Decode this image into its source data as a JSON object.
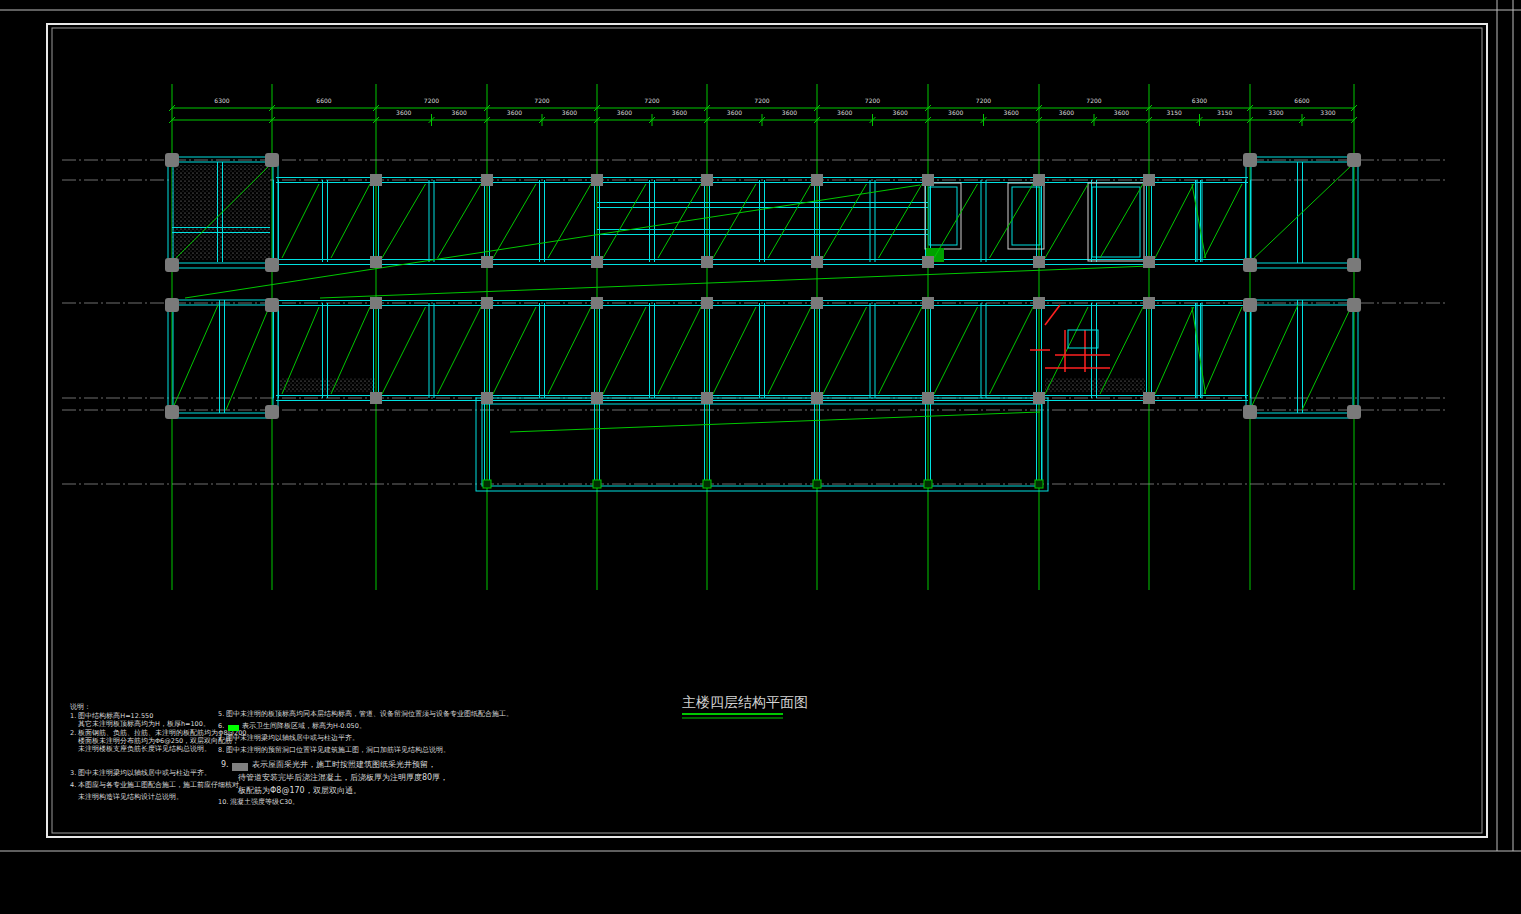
{
  "diagram": {
    "title": "主楼四层结构平面图",
    "labels": [
      "说明：",
      "1. 图中结构标高H=12.550",
      "其它未注明板顶标高均为H，板厚h=100。",
      "2. 板面钢筋、负筋、拉筋、未注明的板配筋均为Φ8@200。",
      "楼面板未注明分布筋均为Φ6@250，双层双向配筋；",
      "未注明楼板支座负筋长度详见结构总说明。",
      "3. 图中未注明梁均以轴线居中或与柱边平齐。",
      "4. 本图应与各专业施工图配合施工，施工前应仔细核对。",
      "未注明构造详见结构设计总说明。",
      "5. 图中未注明的板顶标高均同本层结构标高，管道、设备留洞位置须与设备专业图纸配合施工。",
      "6.",
      "7. 图中未注明梁均以轴线居中或与柱边平齐。",
      "8. 图中未注明的预留洞口位置详见建筑施工图，洞口加筋详见结构总说明。",
      "9.",
      "待管道安装完毕后浇注混凝土，后浇板厚为注明厚度80厚，",
      "板配筋为Φ8@170，双层双向通。",
      "10. 混凝土强度等级C30。",
      "6300",
      "6600",
      "7200",
      "7200",
      "7200",
      "7200",
      "7200",
      "7200",
      "7200",
      "6300",
      "6600",
      "3600",
      "3600",
      "3600",
      "3600",
      "3600",
      "3600",
      "3600",
      "3600",
      "3600",
      "3600",
      "3600",
      "3600",
      "3600",
      "3600",
      "3150",
      "3150",
      "3300",
      "3300"
    ],
    "legend": [
      {
        "text": "表示卫生间降板区域，标高为H-0.050。",
        "color": "#00ff00"
      },
      {
        "text": "表示屋面采光井，施工时按照建筑图纸采光井预留，",
        "color": "#808080"
      }
    ]
  }
}
